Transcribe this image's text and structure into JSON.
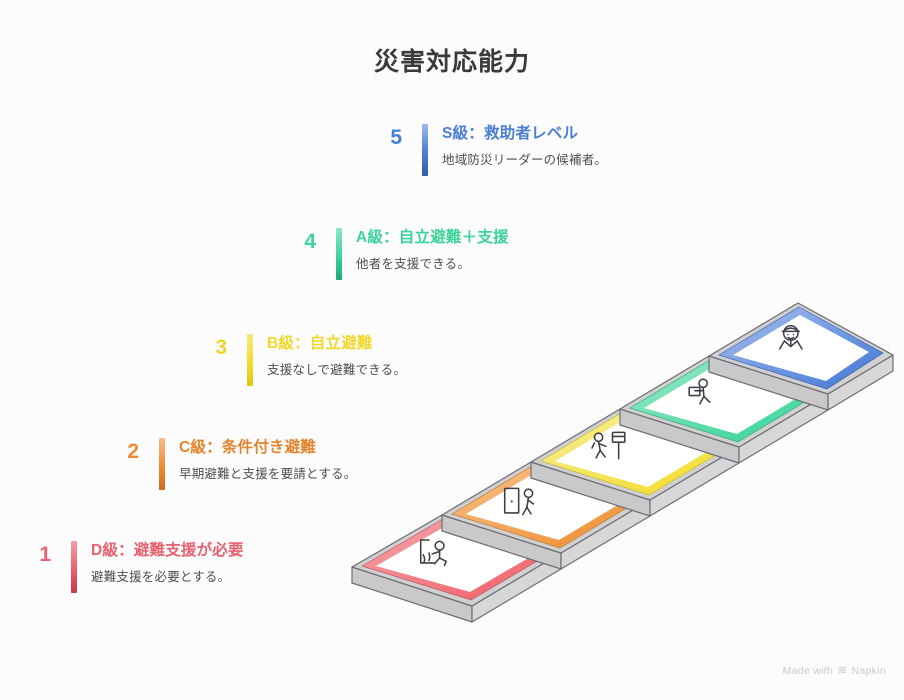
{
  "title": "災害対応能力",
  "background_color": "#fcfcfc",
  "steps": [
    {
      "number": "1",
      "title": "D級：避難支援が必要",
      "desc": "避難支援を必要とする。",
      "color": "#e8616d",
      "color_light": "#f4a0a6",
      "icon": "person-with-debris-icon"
    },
    {
      "number": "2",
      "title": "C級：条件付き避難",
      "desc": "早期避難と支援を要請とする。",
      "color": "#f08a36",
      "color_light": "#f7bd86",
      "icon": "person-leaving-door-icon"
    },
    {
      "number": "3",
      "title": "B級：自立避難",
      "desc": "支援なしで避難できる。",
      "color": "#f2dd2e",
      "color_light": "#f7ea7e",
      "icon": "person-walking-with-sign-icon"
    },
    {
      "number": "4",
      "title": "A級：自立避難＋支援",
      "desc": "他者を支援できる。",
      "color": "#3ed39a",
      "color_light": "#8ee6c2",
      "icon": "person-carrying-box-icon"
    },
    {
      "number": "5",
      "title": "S級：救助者レベル",
      "desc": "地域防災リーダーの候補者。",
      "color": "#4a7ed6",
      "color_light": "#9ab9ea",
      "icon": "rescuer-with-helmet-icon"
    }
  ],
  "footer": {
    "text": "Made with",
    "brand": "Napkin",
    "glyph": "≋"
  },
  "chart_data": {
    "type": "diagram",
    "subtype": "isometric-staircase",
    "title": "災害対応能力",
    "levels": 5,
    "categories": [
      "1",
      "2",
      "3",
      "4",
      "5"
    ],
    "labels": [
      "D級：避難支援が必要",
      "C級：条件付き避難",
      "B級：自立避難",
      "A級：自立避難＋支援",
      "S級：救助者レベル"
    ]
  }
}
